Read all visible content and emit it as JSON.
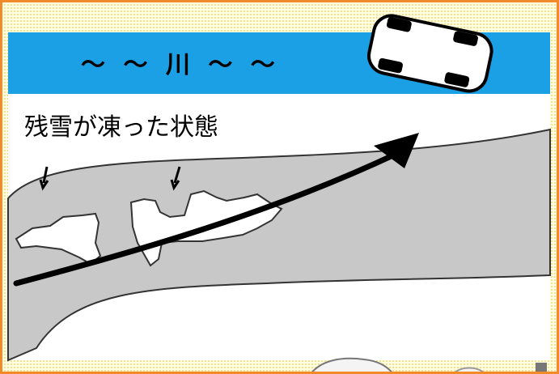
{
  "banner": {
    "title": "～ ～ 川 ～ ～"
  },
  "diagram": {
    "state_label": "残雪が凍った状態"
  },
  "colors": {
    "banner_blue": "#1ba0e6",
    "frame_orange": "#f28a2a",
    "road_gray": "#c8c8c8",
    "dotted_yellow": "#f2df8c"
  },
  "icons": [
    "car-top-view-icon",
    "direction-arrow-icon",
    "pointer-arrow-icon",
    "snow-patch-shape"
  ]
}
